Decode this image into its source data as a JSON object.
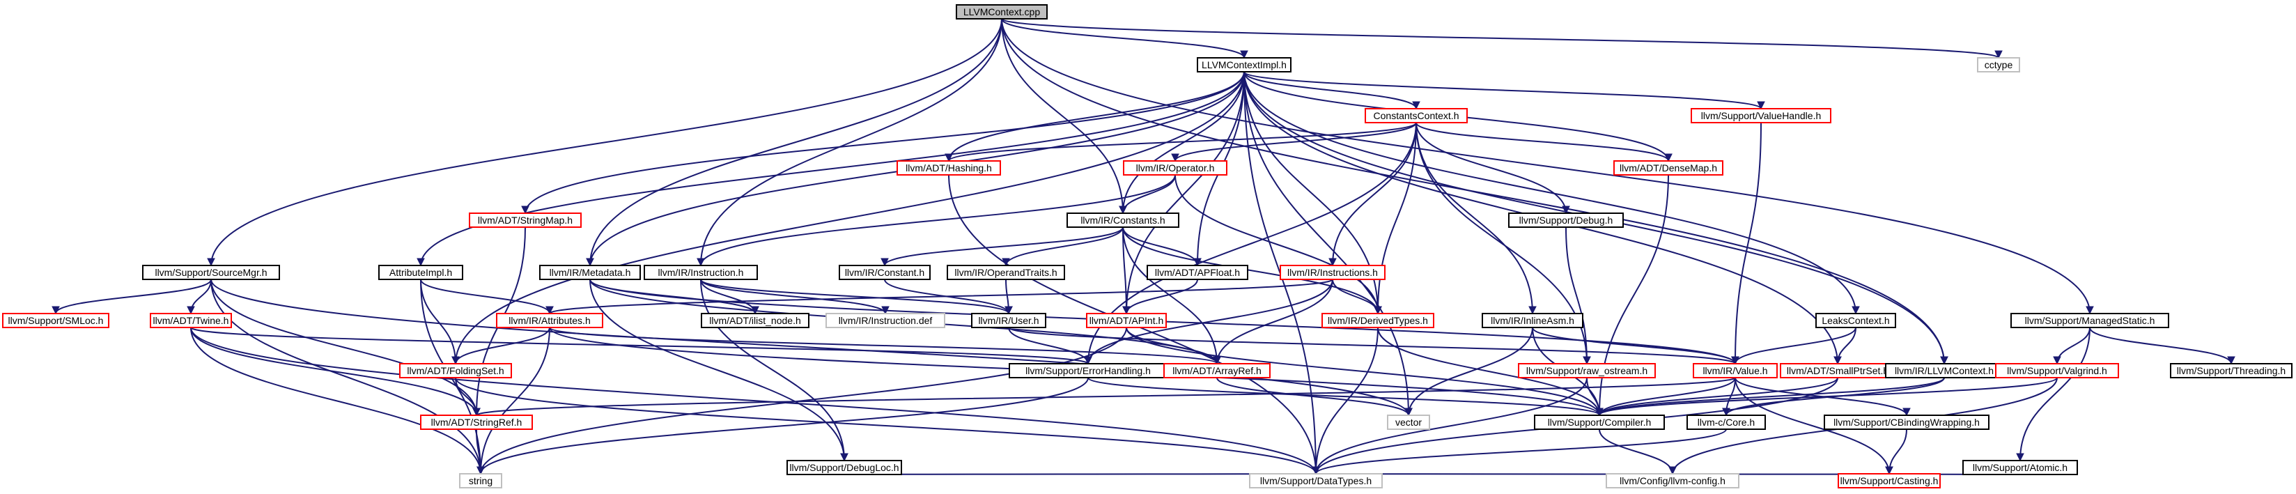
{
  "colors": {
    "edge": "#191970",
    "border_black": "#000000",
    "border_red": "#ff0000",
    "border_gray": "#bfbfbf",
    "root_fill": "#bfbfbf",
    "fill": "#ffffff"
  },
  "nodes": [
    {
      "id": "root",
      "label": "LLVMContext.cpp",
      "kind": "root"
    },
    {
      "id": "impl",
      "label": "LLVMContextImpl.h",
      "kind": "black"
    },
    {
      "id": "cctype",
      "label": "cctype",
      "kind": "gray"
    },
    {
      "id": "srcmgr",
      "label": "llvm/Support/SourceMgr.h",
      "kind": "black"
    },
    {
      "id": "managedstatic",
      "label": "llvm/Support/ManagedStatic.h",
      "kind": "black"
    },
    {
      "id": "constantsctx",
      "label": "ConstantsContext.h",
      "kind": "red"
    },
    {
      "id": "valuehandle",
      "label": "llvm/Support/ValueHandle.h",
      "kind": "red"
    },
    {
      "id": "hashing",
      "label": "llvm/ADT/Hashing.h",
      "kind": "red"
    },
    {
      "id": "operator",
      "label": "llvm/IR/Operator.h",
      "kind": "red"
    },
    {
      "id": "densemap",
      "label": "llvm/ADT/DenseMap.h",
      "kind": "red"
    },
    {
      "id": "stringmap",
      "label": "llvm/ADT/StringMap.h",
      "kind": "red"
    },
    {
      "id": "constants",
      "label": "llvm/IR/Constants.h",
      "kind": "black"
    },
    {
      "id": "debug",
      "label": "llvm/Support/Debug.h",
      "kind": "black"
    },
    {
      "id": "attrimpl",
      "label": "AttributeImpl.h",
      "kind": "black"
    },
    {
      "id": "metadata",
      "label": "llvm/IR/Metadata.h",
      "kind": "black"
    },
    {
      "id": "instruction",
      "label": "llvm/IR/Instruction.h",
      "kind": "black"
    },
    {
      "id": "constant",
      "label": "llvm/IR/Constant.h",
      "kind": "black"
    },
    {
      "id": "optraits",
      "label": "llvm/IR/OperandTraits.h",
      "kind": "black"
    },
    {
      "id": "apfloat",
      "label": "llvm/ADT/APFloat.h",
      "kind": "black"
    },
    {
      "id": "instructions",
      "label": "llvm/IR/Instructions.h",
      "kind": "red"
    },
    {
      "id": "smloc",
      "label": "llvm/Support/SMLoc.h",
      "kind": "red"
    },
    {
      "id": "twine",
      "label": "llvm/ADT/Twine.h",
      "kind": "red"
    },
    {
      "id": "attributes",
      "label": "llvm/IR/Attributes.h",
      "kind": "red"
    },
    {
      "id": "ilistnode",
      "label": "llvm/ADT/ilist_node.h",
      "kind": "black"
    },
    {
      "id": "instdef",
      "label": "llvm/IR/Instruction.def",
      "kind": "gray"
    },
    {
      "id": "user",
      "label": "llvm/IR/User.h",
      "kind": "black"
    },
    {
      "id": "apint",
      "label": "llvm/ADT/APInt.h",
      "kind": "red"
    },
    {
      "id": "derived",
      "label": "llvm/IR/DerivedTypes.h",
      "kind": "red"
    },
    {
      "id": "inlineasm",
      "label": "llvm/IR/InlineAsm.h",
      "kind": "black"
    },
    {
      "id": "leaks",
      "label": "LeaksContext.h",
      "kind": "black"
    },
    {
      "id": "folding",
      "label": "llvm/ADT/FoldingSet.h",
      "kind": "red"
    },
    {
      "id": "errhandling",
      "label": "llvm/Support/ErrorHandling.h",
      "kind": "black"
    },
    {
      "id": "arrayref",
      "label": "llvm/ADT/ArrayRef.h",
      "kind": "red"
    },
    {
      "id": "rawostream",
      "label": "llvm/Support/raw_ostream.h",
      "kind": "red"
    },
    {
      "id": "value",
      "label": "llvm/IR/Value.h",
      "kind": "red"
    },
    {
      "id": "smallptrset",
      "label": "llvm/ADT/SmallPtrSet.h",
      "kind": "red"
    },
    {
      "id": "llvmcontext",
      "label": "llvm/IR/LLVMContext.h",
      "kind": "black"
    },
    {
      "id": "valgrind",
      "label": "llvm/Support/Valgrind.h",
      "kind": "red"
    },
    {
      "id": "threading",
      "label": "llvm/Support/Threading.h",
      "kind": "black"
    },
    {
      "id": "stringref",
      "label": "llvm/ADT/StringRef.h",
      "kind": "red"
    },
    {
      "id": "vector",
      "label": "vector",
      "kind": "gray"
    },
    {
      "id": "compiler",
      "label": "llvm/Support/Compiler.h",
      "kind": "black"
    },
    {
      "id": "ccore",
      "label": "llvm-c/Core.h",
      "kind": "black"
    },
    {
      "id": "cbinding",
      "label": "llvm/Support/CBindingWrapping.h",
      "kind": "black"
    },
    {
      "id": "atomic",
      "label": "llvm/Support/Atomic.h",
      "kind": "black"
    },
    {
      "id": "debugloc",
      "label": "llvm/Support/DebugLoc.h",
      "kind": "black"
    },
    {
      "id": "string",
      "label": "string",
      "kind": "gray"
    },
    {
      "id": "datatypes",
      "label": "llvm/Support/DataTypes.h",
      "kind": "gray"
    },
    {
      "id": "llvmconfig",
      "label": "llvm/Config/llvm-config.h",
      "kind": "gray"
    },
    {
      "id": "casting",
      "label": "llvm/Support/Casting.h",
      "kind": "red"
    }
  ],
  "edges": [
    [
      "root",
      "impl"
    ],
    [
      "root",
      "cctype"
    ],
    [
      "root",
      "srcmgr"
    ],
    [
      "root",
      "managedstatic"
    ],
    [
      "root",
      "constants"
    ],
    [
      "root",
      "metadata"
    ],
    [
      "root",
      "instruction"
    ],
    [
      "root",
      "llvmcontext"
    ],
    [
      "impl",
      "constantsctx"
    ],
    [
      "impl",
      "valuehandle"
    ],
    [
      "impl",
      "hashing"
    ],
    [
      "impl",
      "densemap"
    ],
    [
      "impl",
      "stringmap"
    ],
    [
      "impl",
      "constants"
    ],
    [
      "impl",
      "attrimpl"
    ],
    [
      "impl",
      "metadata"
    ],
    [
      "impl",
      "apfloat"
    ],
    [
      "impl",
      "derived"
    ],
    [
      "impl",
      "leaks"
    ],
    [
      "impl",
      "folding"
    ],
    [
      "impl",
      "smallptrset"
    ],
    [
      "impl",
      "llvmcontext"
    ],
    [
      "impl",
      "vector"
    ],
    [
      "impl",
      "datatypes"
    ],
    [
      "impl",
      "apint"
    ],
    [
      "constantsctx",
      "hashing"
    ],
    [
      "constantsctx",
      "operator"
    ],
    [
      "constantsctx",
      "densemap"
    ],
    [
      "constantsctx",
      "debug"
    ],
    [
      "constantsctx",
      "instructions"
    ],
    [
      "constantsctx",
      "derived"
    ],
    [
      "constantsctx",
      "inlineasm"
    ],
    [
      "constantsctx",
      "errhandling"
    ],
    [
      "constantsctx",
      "rawostream"
    ],
    [
      "valuehandle",
      "value"
    ],
    [
      "hashing",
      "datatypes"
    ],
    [
      "operator",
      "constants"
    ],
    [
      "operator",
      "instruction"
    ],
    [
      "operator",
      "derived"
    ],
    [
      "densemap",
      "compiler"
    ],
    [
      "stringmap",
      "stringref"
    ],
    [
      "constants",
      "constant"
    ],
    [
      "constants",
      "optraits"
    ],
    [
      "constants",
      "apfloat"
    ],
    [
      "constants",
      "apint"
    ],
    [
      "constants",
      "derived"
    ],
    [
      "constants",
      "arrayref"
    ],
    [
      "debug",
      "rawostream"
    ],
    [
      "attrimpl",
      "attributes"
    ],
    [
      "attrimpl",
      "folding"
    ],
    [
      "attrimpl",
      "string"
    ],
    [
      "metadata",
      "arrayref"
    ],
    [
      "metadata",
      "value"
    ],
    [
      "metadata",
      "debugloc"
    ],
    [
      "metadata",
      "ilistnode"
    ],
    [
      "instruction",
      "ilistnode"
    ],
    [
      "instruction",
      "instdef"
    ],
    [
      "instruction",
      "user"
    ],
    [
      "instruction",
      "debugloc"
    ],
    [
      "constant",
      "user"
    ],
    [
      "optraits",
      "user"
    ],
    [
      "apfloat",
      "apint"
    ],
    [
      "instructions",
      "attributes"
    ],
    [
      "instructions",
      "derived"
    ],
    [
      "instructions",
      "arrayref"
    ],
    [
      "instructions",
      "errhandling"
    ],
    [
      "srcmgr",
      "smloc"
    ],
    [
      "srcmgr",
      "twine"
    ],
    [
      "srcmgr",
      "stringref"
    ],
    [
      "srcmgr",
      "string"
    ],
    [
      "srcmgr",
      "vector"
    ],
    [
      "twine",
      "stringref"
    ],
    [
      "twine",
      "string"
    ],
    [
      "twine",
      "datatypes"
    ],
    [
      "twine",
      "errhandling"
    ],
    [
      "attributes",
      "folding"
    ],
    [
      "attributes",
      "string"
    ],
    [
      "attributes",
      "arrayref"
    ],
    [
      "attributes",
      "compiler"
    ],
    [
      "user",
      "value"
    ],
    [
      "user",
      "errhandling"
    ],
    [
      "apint",
      "arrayref"
    ],
    [
      "apint",
      "compiler"
    ],
    [
      "apint",
      "string"
    ],
    [
      "derived",
      "datatypes"
    ],
    [
      "derived",
      "compiler"
    ],
    [
      "inlineasm",
      "value"
    ],
    [
      "inlineasm",
      "vector"
    ],
    [
      "inlineasm",
      "compiler"
    ],
    [
      "leaks",
      "value"
    ],
    [
      "leaks",
      "smallptrset"
    ],
    [
      "folding",
      "stringref"
    ],
    [
      "folding",
      "datatypes"
    ],
    [
      "errhandling",
      "compiler"
    ],
    [
      "errhandling",
      "string"
    ],
    [
      "arrayref",
      "vector"
    ],
    [
      "rawostream",
      "compiler"
    ],
    [
      "rawostream",
      "datatypes"
    ],
    [
      "value",
      "compiler"
    ],
    [
      "value",
      "ccore"
    ],
    [
      "value",
      "cbinding"
    ],
    [
      "value",
      "casting"
    ],
    [
      "value",
      "stringref"
    ],
    [
      "smallptrset",
      "compiler"
    ],
    [
      "smallptrset",
      "datatypes"
    ],
    [
      "llvmcontext",
      "compiler"
    ],
    [
      "llvmcontext",
      "ccore"
    ],
    [
      "managedstatic",
      "atomic"
    ],
    [
      "managedstatic",
      "valgrind"
    ],
    [
      "managedstatic",
      "threading"
    ],
    [
      "valgrind",
      "compiler"
    ],
    [
      "valgrind",
      "llvmconfig"
    ],
    [
      "stringref",
      "string"
    ],
    [
      "compiler",
      "llvmconfig"
    ],
    [
      "ccore",
      "datatypes"
    ],
    [
      "cbinding",
      "casting"
    ],
    [
      "atomic",
      "datatypes"
    ],
    [
      "debugloc",
      "datatypes"
    ]
  ]
}
